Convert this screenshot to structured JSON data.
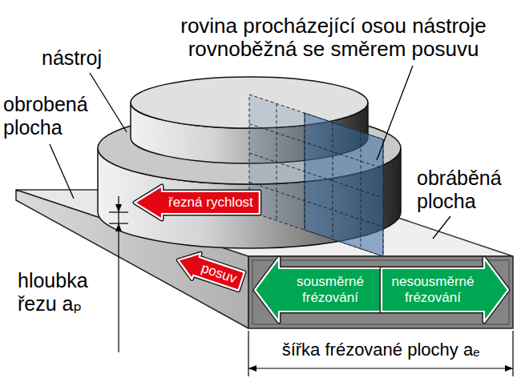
{
  "diagram": {
    "nodes": [
      {
        "text": [
          "řezná rychlost"
        ]
      },
      {
        "text": [
          "posuv"
        ]
      },
      {
        "text": [
          "sousměrné frézování"
        ]
      },
      {
        "text": [
          "nesousměrné frézování"
        ]
      }
    ],
    "labels": [
      "rovina procházející osou nástroje rovnoběžná se směrem posuvu",
      "nástroj",
      "obrobená plocha",
      "obráběná plocha",
      "hloubka řezu aₚ",
      "šířka frézované plochy aₑ"
    ]
  }
}
